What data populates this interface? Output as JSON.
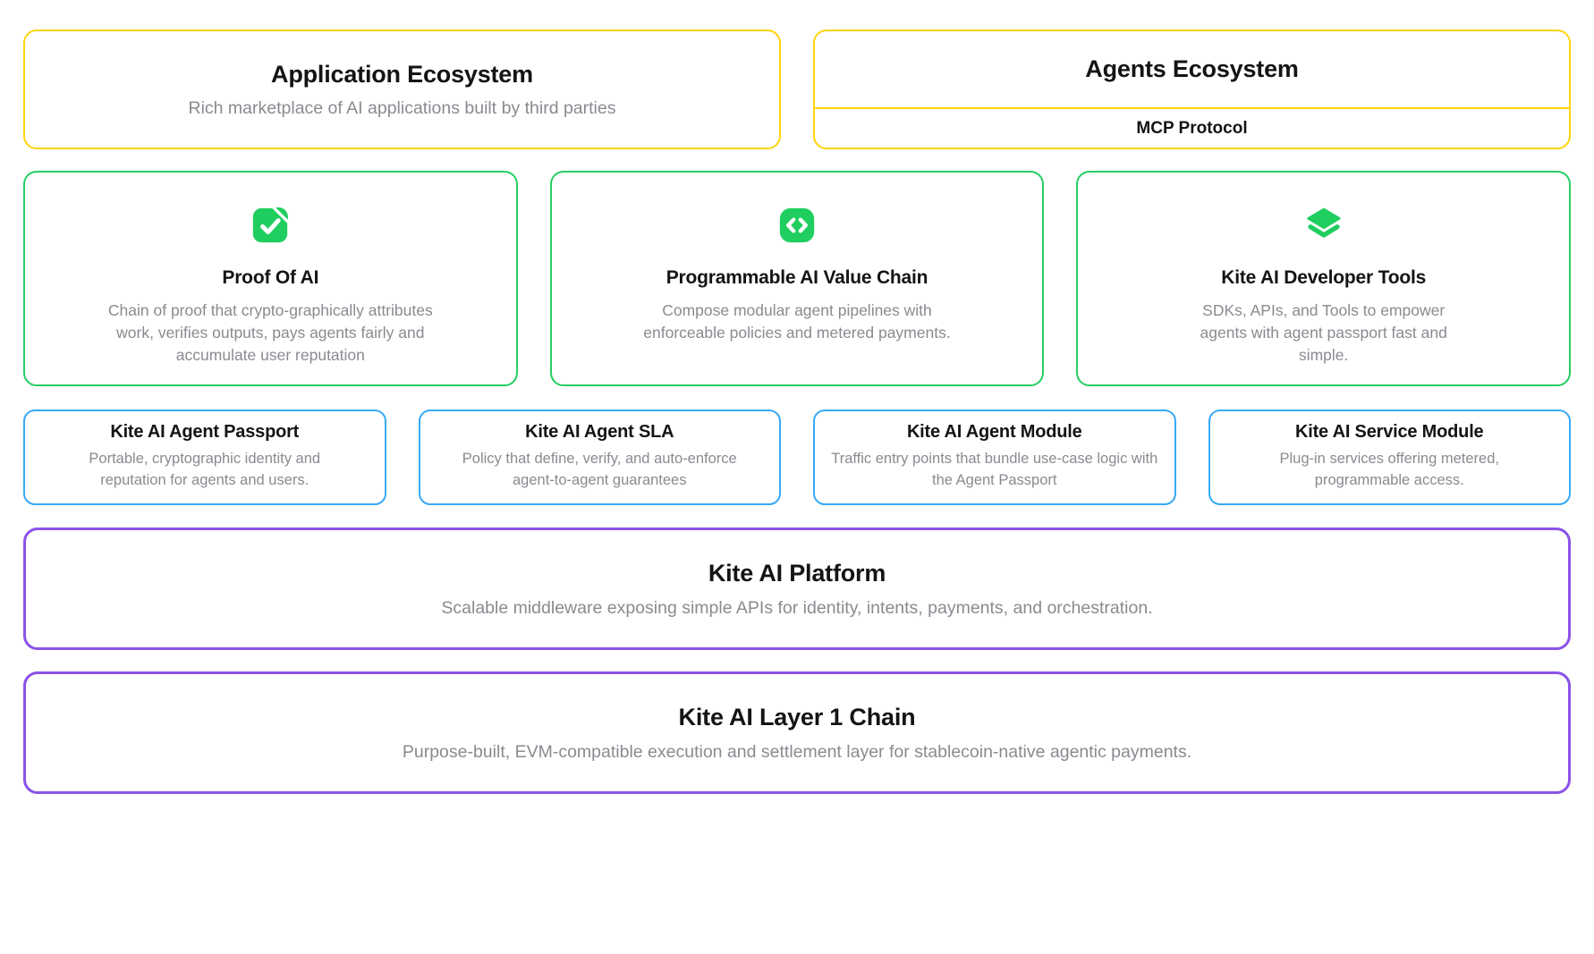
{
  "colors": {
    "yellow_border": "#FFD40D",
    "green_border": "#24CE63",
    "green_icon": "#20CE5F",
    "blue_border": "#38A9F7",
    "purple_border": "#8C52E8",
    "title_text": "#141416",
    "body_text": "#8a8a91"
  },
  "ecosystems": {
    "application": {
      "title": "Application Ecosystem",
      "subtitle": "Rich marketplace of AI applications built by third parties"
    },
    "agents": {
      "title": "Agents Ecosystem",
      "footer": "MCP Protocol"
    }
  },
  "features": [
    {
      "icon": "file-check-icon",
      "title": "Proof Of AI",
      "description": "Chain of proof that crypto-graphically attributes work, verifies outputs, pays agents fairly and accumulate user reputation"
    },
    {
      "icon": "code-icon",
      "title": "Programmable AI Value Chain",
      "description": "Compose modular agent pipelines with enforceable policies and metered payments."
    },
    {
      "icon": "layers-icon",
      "title": "Kite AI Developer Tools",
      "description": "SDKs, APIs, and Tools to empower agents with agent passport fast and simple."
    }
  ],
  "modules": [
    {
      "title": "Kite AI Agent Passport",
      "description": "Portable, cryptographic identity and reputation for agents and users."
    },
    {
      "title": "Kite AI Agent SLA",
      "description": "Policy that define, verify, and auto-enforce agent-to-agent guarantees"
    },
    {
      "title": "Kite AI Agent Module",
      "description": "Traffic entry points that bundle use-case logic with the Agent Passport"
    },
    {
      "title": "Kite AI Service Module",
      "description": "Plug-in services offering metered, programmable access."
    }
  ],
  "platform": {
    "title": "Kite AI Platform",
    "subtitle": "Scalable middleware exposing simple APIs for identity, intents, payments, and orchestration."
  },
  "chain": {
    "title": "Kite AI Layer 1 Chain",
    "subtitle": "Purpose-built, EVM-compatible execution and settlement layer for stablecoin-native agentic payments."
  }
}
